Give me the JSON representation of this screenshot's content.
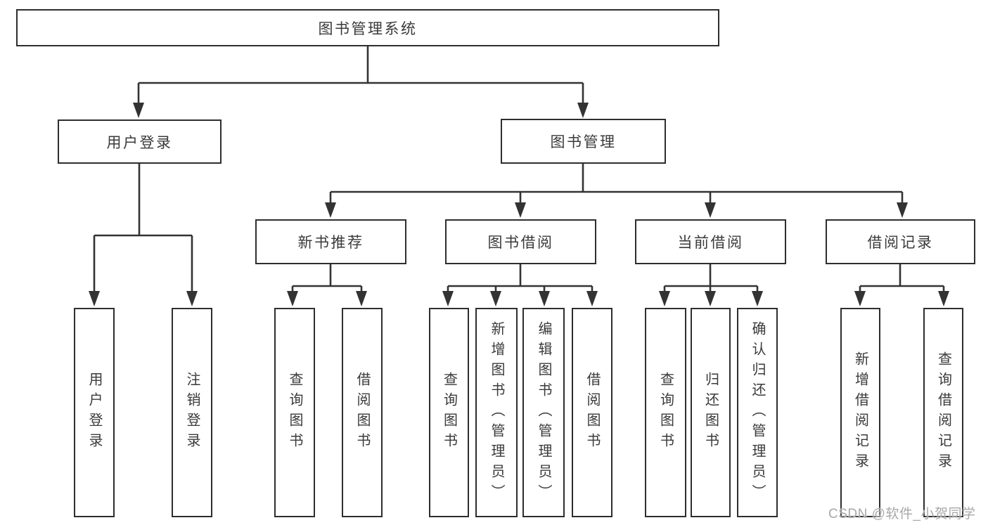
{
  "tree": {
    "root": {
      "label": "图书管理系统"
    },
    "children": [
      {
        "label": "用户登录",
        "children": [
          {
            "label": "用户登录"
          },
          {
            "label": "注销登录"
          }
        ]
      },
      {
        "label": "图书管理",
        "children": [
          {
            "label": "新书推荐",
            "children": [
              {
                "label": "查询图书"
              },
              {
                "label": "借阅图书"
              }
            ]
          },
          {
            "label": "图书借阅",
            "children": [
              {
                "label": "查询图书"
              },
              {
                "label": "新增图书（管理员）"
              },
              {
                "label": "编辑图书（管理员）"
              },
              {
                "label": "借阅图书"
              }
            ]
          },
          {
            "label": "当前借阅",
            "children": [
              {
                "label": "查询图书"
              },
              {
                "label": "归还图书"
              },
              {
                "label": "确认归还（管理员）"
              }
            ]
          },
          {
            "label": "借阅记录",
            "children": [
              {
                "label": "新增借阅记录"
              },
              {
                "label": "查询借阅记录"
              }
            ]
          }
        ]
      }
    ]
  },
  "watermark": {
    "text": "CSDN @软件_小贺同学"
  },
  "colors": {
    "line": "#333333",
    "box_border": "#2e2e30",
    "text": "#3a3a3c",
    "background": "#ffffff",
    "watermark": "#a8a8a8"
  }
}
